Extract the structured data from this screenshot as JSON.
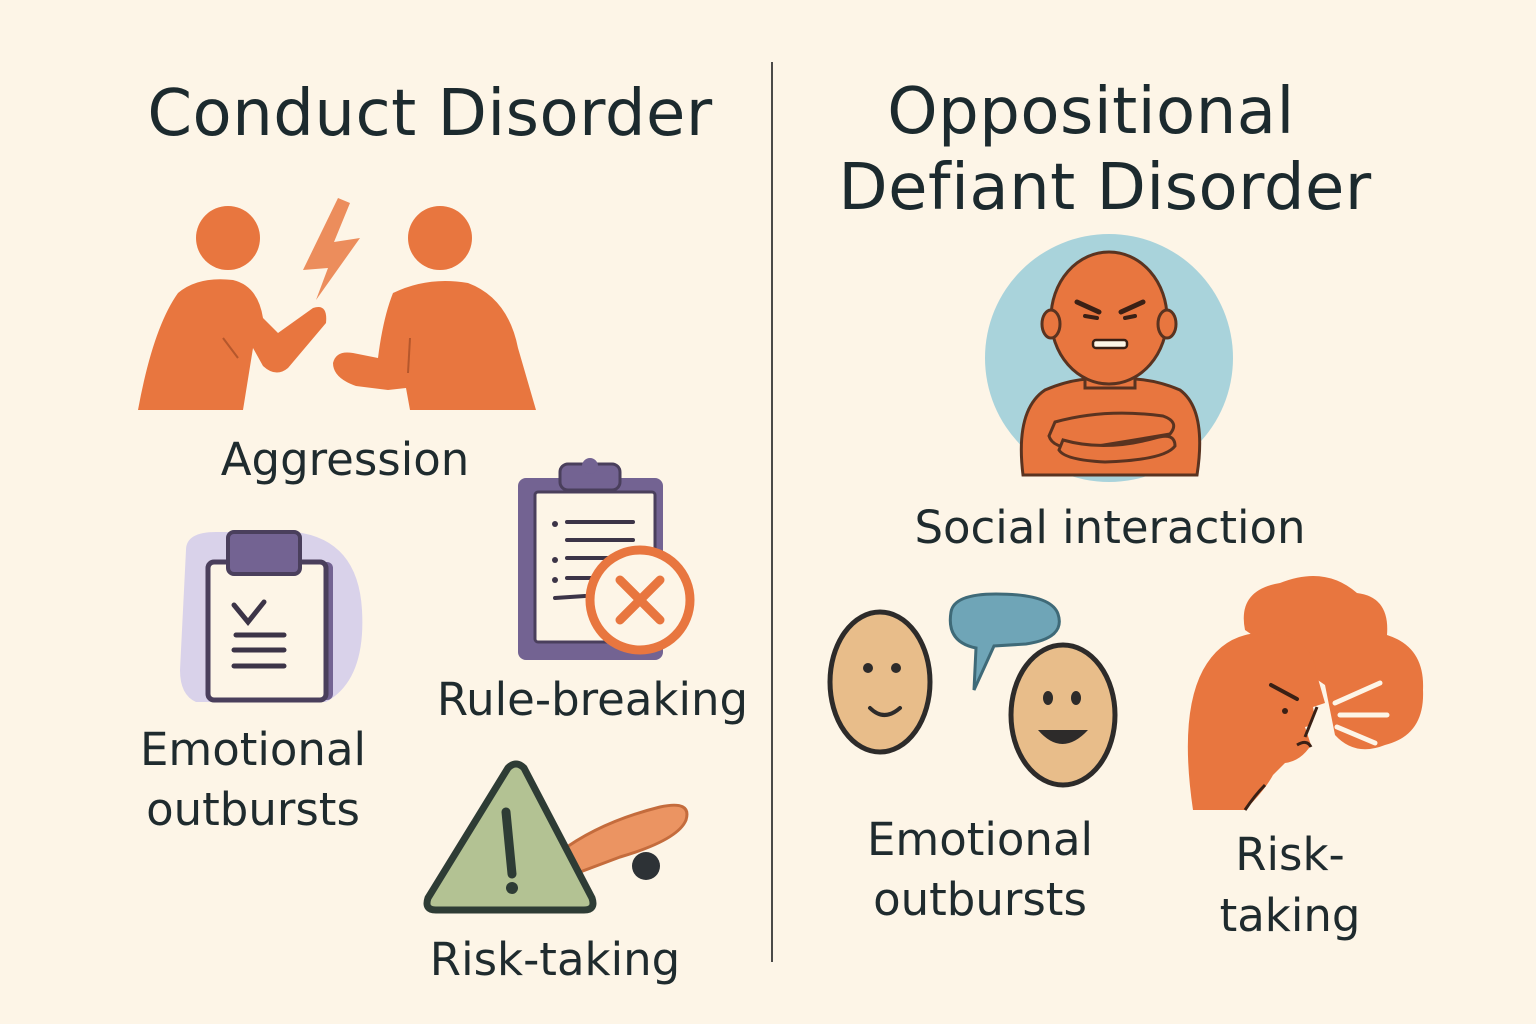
{
  "left": {
    "title": "Conduct Disorder",
    "items": [
      {
        "label": "Aggression",
        "icon": "two-people-conflict-icon"
      },
      {
        "label": "Emotional outbursts",
        "icon": "clipboard-checklist-icon"
      },
      {
        "label": "Rule-breaking",
        "icon": "clipboard-x-icon"
      },
      {
        "label": "Risk-taking",
        "icon": "warning-skateboard-icon"
      }
    ]
  },
  "right": {
    "title_line1": "Oppositional",
    "title_line2": "Defiant Disorder",
    "items": [
      {
        "label": "Social interaction",
        "icon": "defiant-person-icon"
      },
      {
        "label_line1": "Emotional",
        "label_line2": "outbursts",
        "icon": "talking-faces-icon"
      },
      {
        "label_line1": "Risk-",
        "label_line2": "taking",
        "icon": "shouting-head-icon"
      }
    ]
  },
  "colors": {
    "background": "#fdf5e7",
    "orange": "#e8763f",
    "purple": "#736392",
    "lavender": "#d9d2ea",
    "light_blue": "#a9d3db",
    "speech_blue": "#6fa5b7",
    "skin": "#e8bd8a",
    "sage": "#b3c293",
    "text": "#1f2b2e"
  }
}
